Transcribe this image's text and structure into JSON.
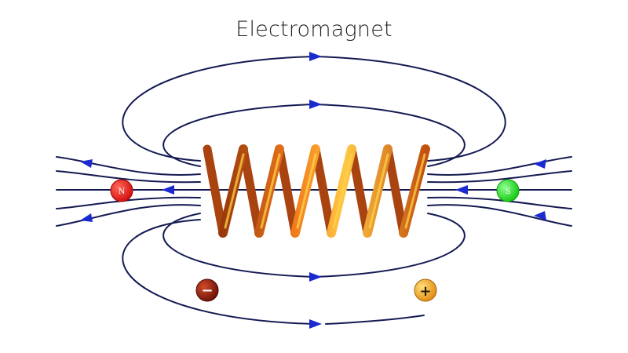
{
  "diagram": {
    "title": "Electromagnet",
    "north_pole": {
      "label": "N",
      "color": "#ee1111"
    },
    "south_pole": {
      "label": "S",
      "color": "#22dd22"
    },
    "negative_terminal": {
      "label": "−",
      "color": "#8b1a0c"
    },
    "positive_terminal": {
      "label": "+",
      "color": "#f2a020"
    },
    "field_line_color": "#141a52",
    "arrow_color": "#1a2ad0",
    "coil_color": "#e6731d",
    "coil_highlight": "#ffd24a"
  }
}
